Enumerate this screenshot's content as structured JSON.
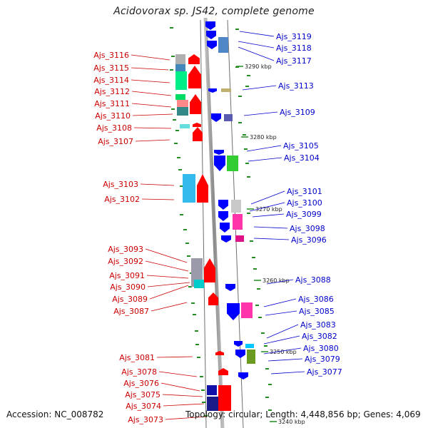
{
  "title": "Acidovorax sp. JS42, complete genome",
  "footer": {
    "accession": "Accession: NC_008782",
    "topology": "Topology: circular; Length: 4,448,856 bp; Genes: 4,069"
  },
  "colors": {
    "forward": "#ff0000",
    "reverse": "#0000ff",
    "label_forward": "#cc0000",
    "label_reverse": "#0000cc",
    "backbone": "#8c8c8c",
    "tick": "#228b22"
  },
  "scale_labels": [
    "3290 kbp",
    "3280 kbp",
    "3270 kbp",
    "3260 kbp",
    "3250 kbp",
    "3240 kbp"
  ],
  "left_labels": [
    "Ajs_3116",
    "Ajs_3115",
    "Ajs_3114",
    "Ajs_3112",
    "Ajs_3111",
    "Ajs_3110",
    "Ajs_3108",
    "Ajs_3107",
    "Ajs_3103",
    "Ajs_3102",
    "Ajs_3093",
    "Ajs_3092",
    "Ajs_3091",
    "Ajs_3090",
    "Ajs_3089",
    "Ajs_3087",
    "Ajs_3081",
    "Ajs_3078",
    "Ajs_3076",
    "Ajs_3075",
    "Ajs_3074",
    "Ajs_3073"
  ],
  "right_labels": [
    "Ajs_3119",
    "Ajs_3118",
    "Ajs_3117",
    "Ajs_3113",
    "Ajs_3109",
    "Ajs_3105",
    "Ajs_3104",
    "Ajs_3101",
    "Ajs_3100",
    "Ajs_3099",
    "Ajs_3098",
    "Ajs_3096",
    "Ajs_3088",
    "Ajs_3086",
    "Ajs_3085",
    "Ajs_3083",
    "Ajs_3082",
    "Ajs_3080",
    "Ajs_3079",
    "Ajs_3077"
  ]
}
